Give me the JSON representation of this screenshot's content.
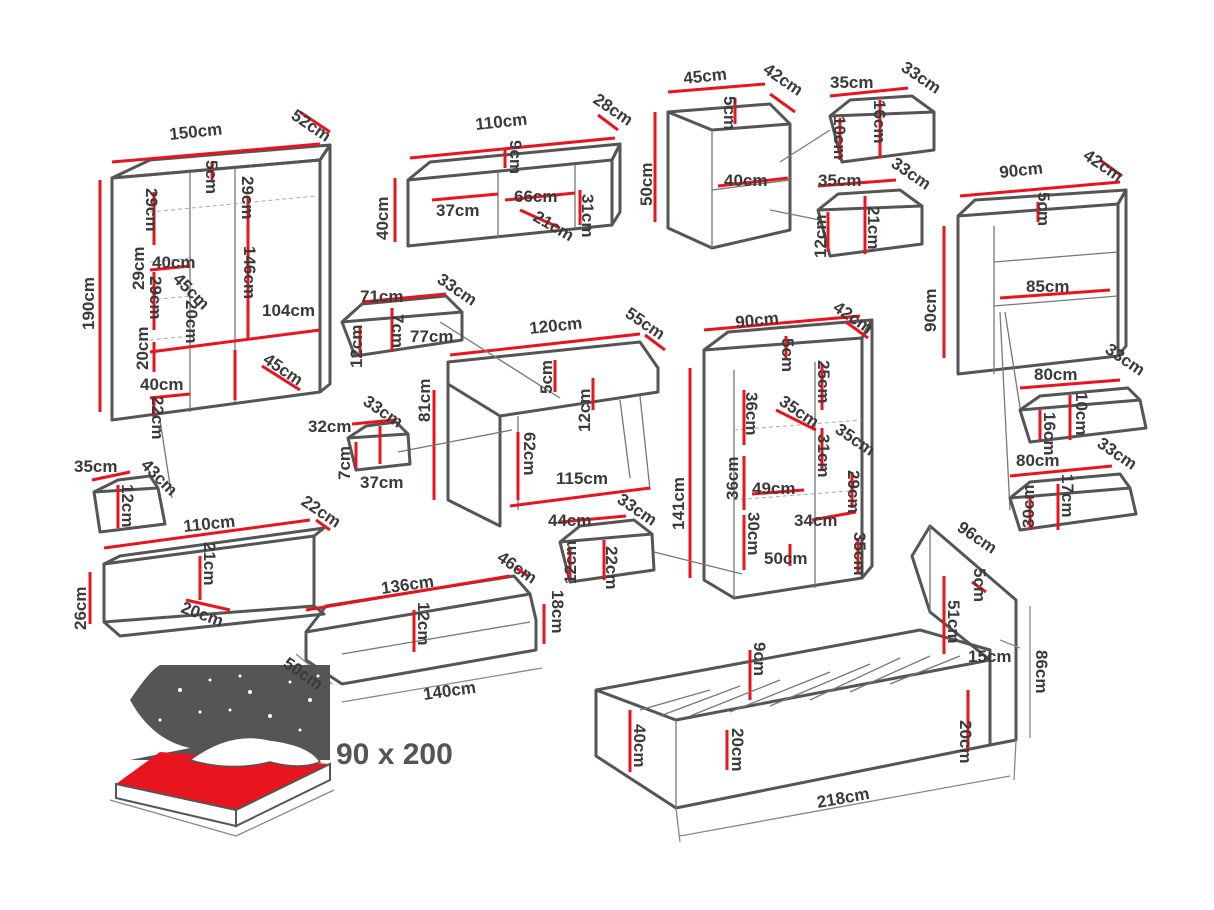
{
  "colors": {
    "outline": "#555555",
    "dimension": "#e8141e",
    "text": "#3a3a3a",
    "mattress": "#e8141e"
  },
  "labels": [
    "150cm",
    "52cm",
    "5cm",
    "29cm",
    "29cm",
    "190cm",
    "40cm",
    "146cm",
    "29cm",
    "45cm",
    "104cm",
    "29cm",
    "20cm",
    "20cm",
    "45cm",
    "40cm",
    "22cm",
    "35cm",
    "43cm",
    "12cm",
    "110cm",
    "28cm",
    "9cm",
    "40cm",
    "37cm",
    "66cm",
    "21cm",
    "31cm",
    "45cm",
    "42cm",
    "5cm",
    "50cm",
    "40cm",
    "35cm",
    "33cm",
    "16cm",
    "10cm",
    "35cm",
    "33cm",
    "21cm",
    "12cm",
    "90cm",
    "42cm",
    "5cm",
    "90cm",
    "85cm",
    "71cm",
    "33cm",
    "7cm",
    "12cm",
    "77cm",
    "120cm",
    "55cm",
    "5cm",
    "12cm",
    "81cm",
    "62cm",
    "115cm",
    "32cm",
    "33cm",
    "7cm",
    "37cm",
    "90cm",
    "42cm",
    "5cm",
    "25cm",
    "36cm",
    "35cm",
    "35cm",
    "31cm",
    "29cm",
    "36cm",
    "49cm",
    "141cm",
    "34cm",
    "30cm",
    "50cm",
    "35cm",
    "80cm",
    "33cm",
    "10cm",
    "16cm",
    "80cm",
    "33cm",
    "17cm",
    "30cm",
    "110cm",
    "22cm",
    "21cm",
    "26cm",
    "20cm",
    "44cm",
    "33cm",
    "12cm",
    "22cm",
    "136cm",
    "46cm",
    "12cm",
    "18cm",
    "50cm",
    "140cm",
    "96cm",
    "5cm",
    "51cm",
    "15cm",
    "86cm",
    "9cm",
    "40cm",
    "20cm",
    "20cm",
    "218cm"
  ],
  "mattress_label": "90 x 200"
}
